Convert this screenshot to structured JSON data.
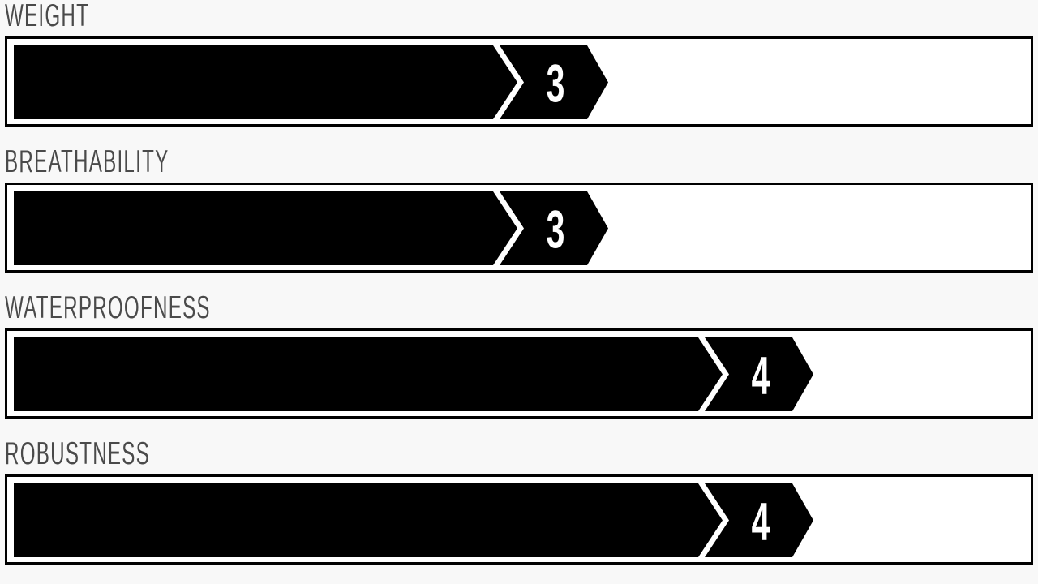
{
  "scale_max": 5,
  "colors": {
    "background": "#f8f8f8",
    "label": "#4a4a4a",
    "frame": "#000000",
    "fill": "#000000",
    "badge_text": "#ffffff"
  },
  "ratings": [
    {
      "label": "WEIGHT",
      "value": 3
    },
    {
      "label": "BREATHABILITY",
      "value": 3
    },
    {
      "label": "WATERPROOFNESS",
      "value": 4
    },
    {
      "label": "ROBUSTNESS",
      "value": 4
    }
  ],
  "chart_data": {
    "type": "bar",
    "orientation": "horizontal",
    "title": "",
    "categories": [
      "WEIGHT",
      "BREATHABILITY",
      "WATERPROOFNESS",
      "ROBUSTNESS"
    ],
    "values": [
      3,
      3,
      4,
      4
    ],
    "xlim": [
      0,
      5
    ],
    "xlabel": "",
    "ylabel": "",
    "grid": false,
    "legend": null,
    "annotations": [
      "3",
      "3",
      "4",
      "4"
    ]
  }
}
